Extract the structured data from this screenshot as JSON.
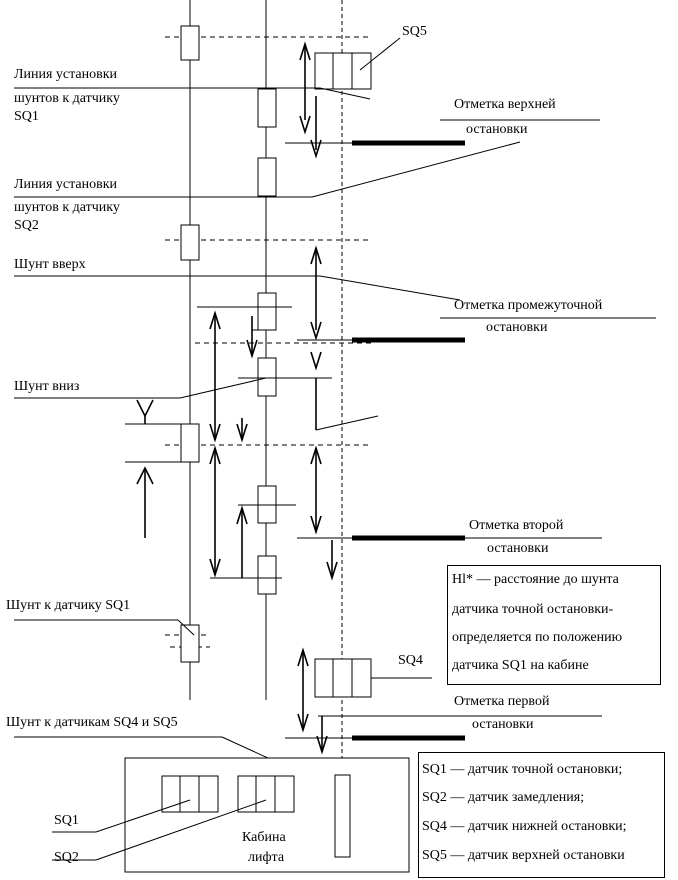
{
  "labels": {
    "sq5": "SQ5",
    "line_sq1": [
      "Линия установки",
      "шунтов к датчику",
      "SQ1"
    ],
    "line_sq2": [
      "Линия установки",
      "шунтов к датчику",
      "SQ2"
    ],
    "upper_stop": [
      "Отметка верхней",
      "остановки"
    ],
    "shunt_up": "Шунт вверх",
    "mid_stop": [
      "Отметка промежуточной",
      "остановки"
    ],
    "shunt_down": "Шунт вниз",
    "second_stop": [
      "Отметка второй",
      "остановки"
    ],
    "shunt_sq1": "Шунт к датчику SQ1",
    "sq4": "SQ4",
    "first_stop": [
      "Отметка первой",
      "остановки"
    ],
    "shunt_sq4_sq5": "Шунт к датчикам SQ4 и SQ5",
    "sq1": "SQ1",
    "sq2": "SQ2",
    "cabin": [
      "Кабина",
      "лифта"
    ]
  },
  "note_h1": [
    "Hl* — расстояние до шунта",
    "датчика точной остановки-",
    "определяется по положению",
    "датчика SQ1 на кабине"
  ],
  "legend": [
    "SQ1 — датчик точной остановки;",
    "SQ2 — датчик замедления;",
    "SQ4 — датчик нижней остановки;",
    "SQ5 — датчик верхней остановки"
  ]
}
